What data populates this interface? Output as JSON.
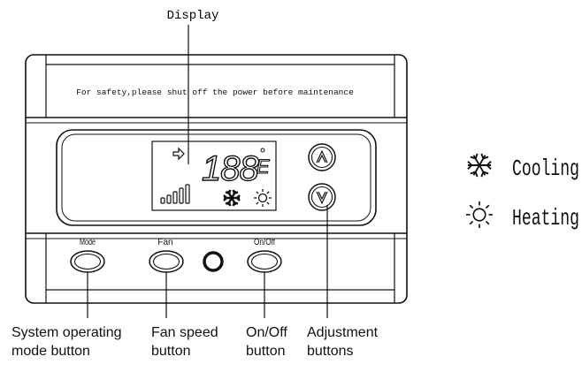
{
  "callout": {
    "display": "Display"
  },
  "device": {
    "safety_notice": "For safety,please shut off the power before maintenance",
    "lcd_digits": "188",
    "lcd_unit": "E",
    "up_icon": "up-arrow-in-circle",
    "down_icon": "down-arrow-in-circle",
    "buttons": {
      "mode": "Mode",
      "fan": "Fan",
      "onoff": "On/Off"
    }
  },
  "legend": {
    "cooling": "Cooling",
    "heating": "Heating"
  },
  "labels": {
    "mode_line1": "System operating",
    "mode_line2": "mode button",
    "fan_line1": "Fan speed",
    "fan_line2": "button",
    "onoff_line1": "On/Off",
    "onoff_line2": "button",
    "adjust_line1": "Adjustment",
    "adjust_line2": "buttons"
  }
}
